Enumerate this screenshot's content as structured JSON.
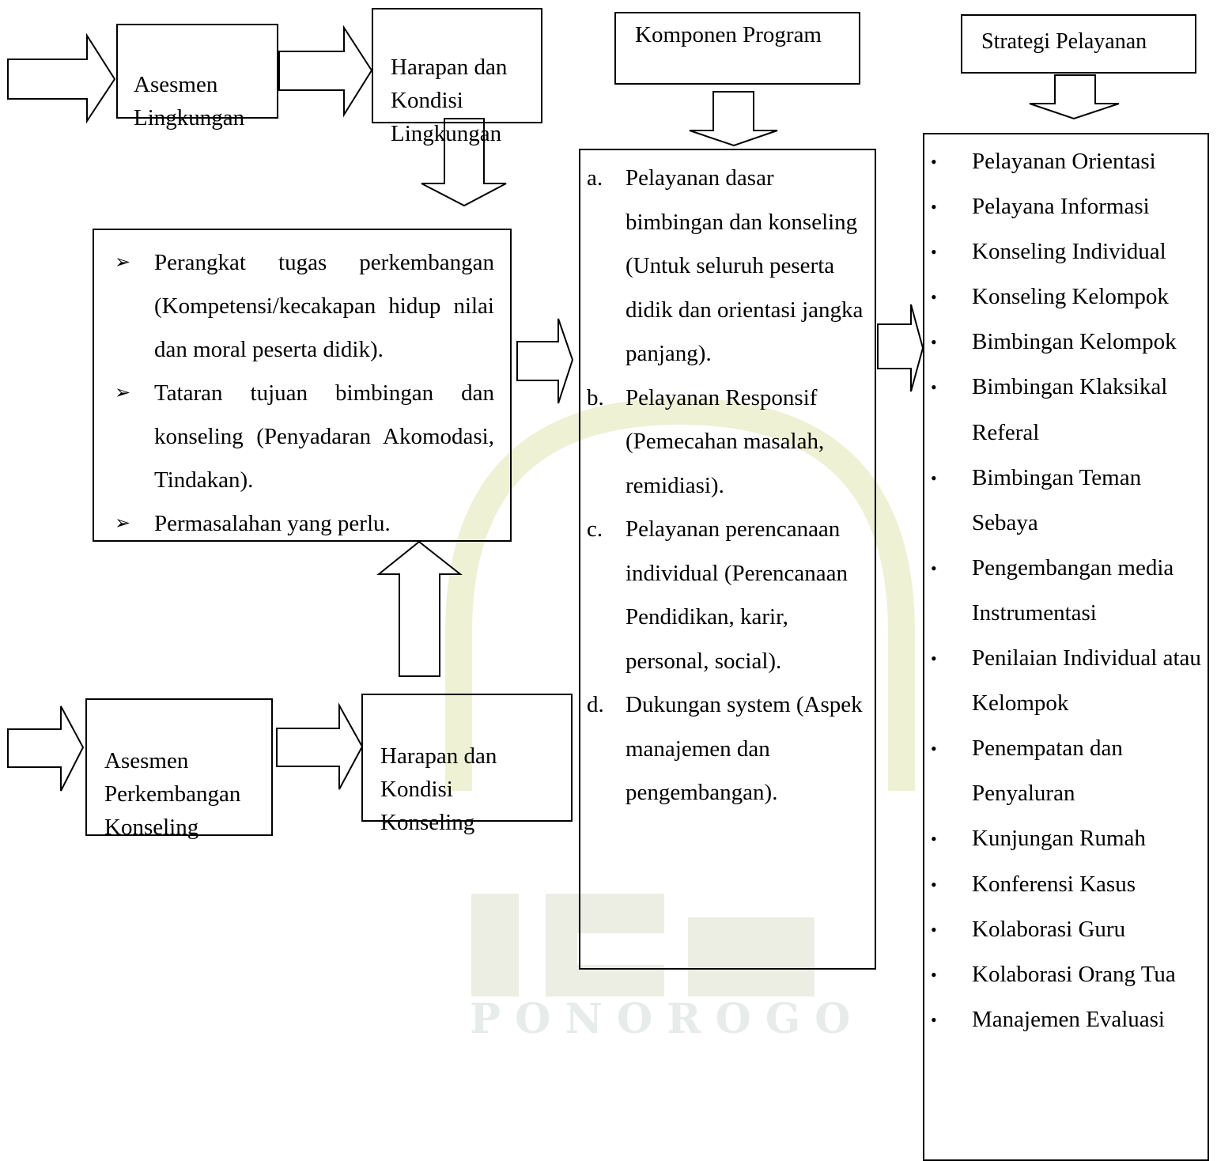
{
  "watermark": {
    "text": "PONOROGO"
  },
  "boxes": {
    "asesmen_lingkungan": "Asesmen\nLingkungan",
    "harapan_lingkungan": "Harapan dan\nKondisi\nLingkungan",
    "komponen_program": "Komponen Program",
    "strategi_pelayanan": "Strategi Pelayanan",
    "asesmen_perkembangan": "Asesmen\nPerkembangan\nKonseling",
    "harapan_konseling": "Harapan dan\nKondisi\nKonseling"
  },
  "perangkat_list": [
    {
      "marker": "➢",
      "text": "Perangkat tugas perkembangan (Kompetensi/kecakapan hidup nilai dan moral peserta didik)."
    },
    {
      "marker": "➢",
      "text": "Tataran tujuan bimbingan dan konseling (Penyadaran Akomodasi, Tindakan)."
    },
    {
      "marker": "➢",
      "text": "Permasalahan yang perlu."
    }
  ],
  "komponen_list": [
    {
      "marker": "a.",
      "text": "Pelayanan dasar bimbingan dan konseling (Untuk seluruh peserta didik dan orientasi jangka panjang)."
    },
    {
      "marker": "b.",
      "text": "Pelayanan Responsif (Pemecahan masalah, remidiasi)."
    },
    {
      "marker": "c.",
      "text": "Pelayanan perencanaan individual (Perencanaan Pendidikan, karir, personal, social)."
    },
    {
      "marker": "d.",
      "text": "Dukungan system (Aspek manajemen dan pengembangan)."
    }
  ],
  "strategi_list": [
    {
      "marker": "•",
      "text": "Pelayanan Orientasi"
    },
    {
      "marker": "•",
      "text": "Pelayana Informasi"
    },
    {
      "marker": "•",
      "text": "Konseling Individual"
    },
    {
      "marker": "•",
      "text": "Konseling Kelompok"
    },
    {
      "marker": "•",
      "text": "Bimbingan Kelompok"
    },
    {
      "marker": "•",
      "text": "Bimbingan Klaksikal Referal"
    },
    {
      "marker": "•",
      "text": "Bimbingan Teman Sebaya"
    },
    {
      "marker": "•",
      "text": "Pengembangan media Instrumentasi"
    },
    {
      "marker": "•",
      "text": "Penilaian Individual atau Kelompok"
    },
    {
      "marker": "•",
      "text": "Penempatan dan Penyaluran"
    },
    {
      "marker": "•",
      "text": "Kunjungan Rumah"
    },
    {
      "marker": "•",
      "text": "Konferensi Kasus"
    },
    {
      "marker": "•",
      "text": "Kolaborasi Guru"
    },
    {
      "marker": "•",
      "text": "Kolaborasi Orang Tua"
    },
    {
      "marker": "•",
      "text": "Manajemen Evaluasi"
    }
  ]
}
